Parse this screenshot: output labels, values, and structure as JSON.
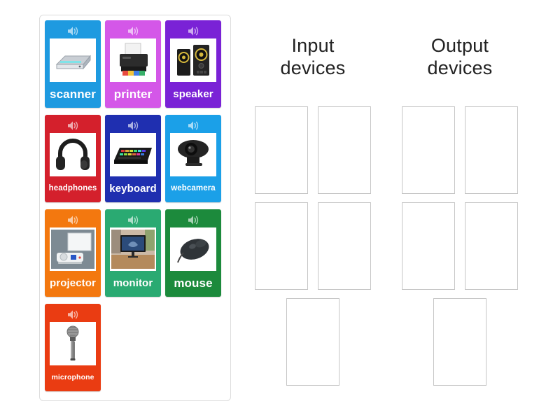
{
  "activity": {
    "type": "group-sort",
    "tile_panel_name": "draggable-word-tiles"
  },
  "tiles": [
    {
      "label": "scanner",
      "color": "#1e9ae0",
      "icon": "speaker-icon",
      "image": "scanner-image",
      "size": "fs-lg"
    },
    {
      "label": "printer",
      "color": "#d457e8",
      "icon": "speaker-icon",
      "image": "printer-image",
      "size": "fs-lg"
    },
    {
      "label": "speaker",
      "color": "#7a22d6",
      "icon": "speaker-icon",
      "image": "speaker-image",
      "size": "fs-md"
    },
    {
      "label": "headphones",
      "color": "#d4202c",
      "icon": "speaker-icon",
      "image": "headphones-image",
      "size": "fs-sm"
    },
    {
      "label": "keyboard",
      "color": "#1f2fb0",
      "icon": "speaker-icon",
      "image": "keyboard-image",
      "size": "fs-md"
    },
    {
      "label": "webcamera",
      "color": "#1ba0e8",
      "icon": "speaker-icon",
      "image": "webcamera-image",
      "size": "fs-sm"
    },
    {
      "label": "projector",
      "color": "#f3780f",
      "icon": "speaker-icon",
      "image": "projector-image",
      "size": "fs-md"
    },
    {
      "label": "monitor",
      "color": "#2aaa72",
      "icon": "speaker-icon",
      "image": "monitor-image",
      "size": "fs-md"
    },
    {
      "label": "mouse",
      "color": "#1c8a3c",
      "icon": "speaker-icon",
      "image": "mouse-image",
      "size": "fs-lg"
    },
    {
      "label": "microphone",
      "color": "#ea3c12",
      "icon": "speaker-icon",
      "image": "microphone-image",
      "size": "fs-xs"
    }
  ],
  "columns": [
    {
      "title": "Input\ndevices",
      "title_line1": "Input",
      "title_line2": "devices",
      "slot_rows": [
        2,
        2,
        1
      ],
      "slot_count": 5
    },
    {
      "title": "Output\ndevices",
      "title_line1": "Output",
      "title_line2": "devices",
      "slot_rows": [
        2,
        2,
        1
      ],
      "slot_count": 5
    }
  ],
  "colors": {
    "page_background": "#ffffff",
    "panel_border": "#dcdcdc",
    "slot_border": "#c4c4c4",
    "title_text": "#222222",
    "tile_label_text": "#ffffff"
  }
}
